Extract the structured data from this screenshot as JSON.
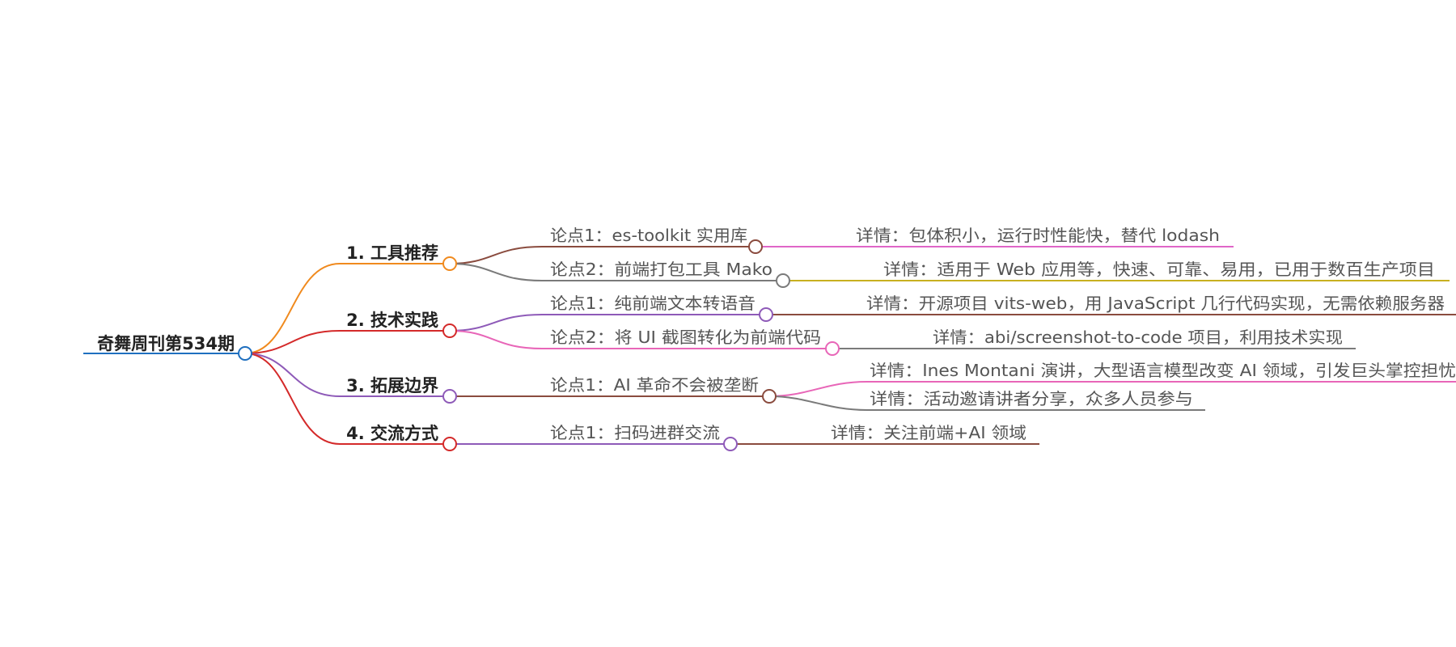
{
  "mindmap": {
    "root": {
      "label": "奇舞周刊第534期",
      "color": "#1f6fbf"
    },
    "branches": [
      {
        "label": "1. 工具推荐",
        "color": "#f08a1e",
        "children": [
          {
            "label": "论点1：es-toolkit 实用库",
            "color": "#8a4b3e",
            "children": [
              {
                "label": "详情：包体积小，运行时性能快，替代 lodash",
                "color": "#e066c8"
              }
            ]
          },
          {
            "label": "论点2：前端打包工具 Mako",
            "color": "#7a7a7a",
            "children": [
              {
                "label": "详情：适用于 Web 应用等，快速、可靠、易用，已用于数百生产项目",
                "color": "#c8b020"
              }
            ]
          }
        ]
      },
      {
        "label": "2. 技术实践",
        "color": "#d42a2a",
        "children": [
          {
            "label": "论点1：纯前端文本转语音",
            "color": "#8e5ab8",
            "children": [
              {
                "label": "详情：开源项目 vits-web，用 JavaScript 几行代码实现，无需依赖服务器",
                "color": "#8a4b3e"
              }
            ]
          },
          {
            "label": "论点2：将 UI 截图转化为前端代码",
            "color": "#e866b8",
            "children": [
              {
                "label": "详情：abi/screenshot-to-code 项目，利用技术实现",
                "color": "#7a7a7a"
              }
            ]
          }
        ]
      },
      {
        "label": "3. 拓展边界",
        "color": "#8e5ab8",
        "children": [
          {
            "label": "论点1：AI 革命不会被垄断",
            "color": "#8a4b3e",
            "children": [
              {
                "label": "详情：Ines Montani 演讲，大型语言模型改变 AI 领域，引发巨头掌控担忧",
                "color": "#e866b8"
              },
              {
                "label": "详情：活动邀请讲者分享，众多人员参与",
                "color": "#7a7a7a"
              }
            ]
          }
        ]
      },
      {
        "label": "4. 交流方式",
        "color": "#d42a2a",
        "children": [
          {
            "label": "论点1：扫码进群交流",
            "color": "#8e5ab8",
            "children": [
              {
                "label": "详情：关注前端+AI 领域",
                "color": "#8a4b3e"
              }
            ]
          }
        ]
      }
    ]
  }
}
